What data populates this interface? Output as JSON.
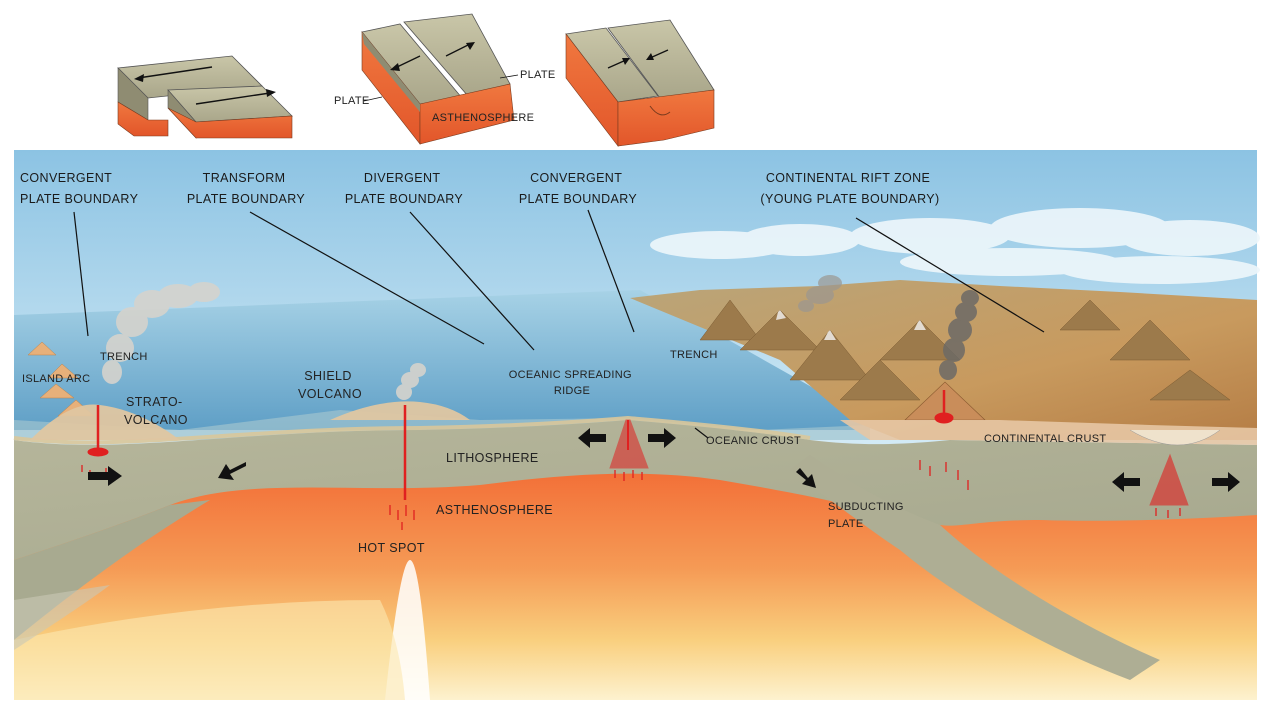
{
  "inset_labels": {
    "plate_right": "PLATE",
    "plate_left": "PLATE",
    "asthenosphere": "ASTHENOSPHERE"
  },
  "callouts": {
    "convergent_left": [
      "CONVERGENT",
      "PLATE BOUNDARY"
    ],
    "transform": [
      "TRANSFORM",
      "PLATE BOUNDARY"
    ],
    "divergent": [
      "DIVERGENT",
      "PLATE BOUNDARY"
    ],
    "convergent_right": [
      "CONVERGENT",
      "PLATE BOUNDARY"
    ],
    "rift": [
      "CONTINENTAL RIFT ZONE",
      "(YOUNG PLATE BOUNDARY)"
    ]
  },
  "features": {
    "trench_left": "TRENCH",
    "island_arc": "ISLAND ARC",
    "strato_volcano": [
      "STRATO-",
      "VOLCANO"
    ],
    "shield_volcano": [
      "SHIELD",
      "VOLCANO"
    ],
    "trench_right": "TRENCH",
    "ridge": [
      "OCEANIC SPREADING",
      "RIDGE"
    ],
    "oceanic_crust": "OCEANIC CRUST",
    "continental_crust": "CONTINENTAL CRUST",
    "lithosphere": "LITHOSPHERE",
    "asthenosphere": "ASTHENOSPHERE",
    "hot_spot": "HOT SPOT",
    "subducting_plate": [
      "SUBDUCTING",
      "PLATE"
    ]
  },
  "colors": {
    "sky": "#a9d3ea",
    "ocean": "#7fb7d6",
    "lithosphere": "#b9b79a",
    "asthenosphere": "#f07a45",
    "mantle_light": "#fbe39a",
    "land": "#c9a36a",
    "magma": "#e02020"
  }
}
